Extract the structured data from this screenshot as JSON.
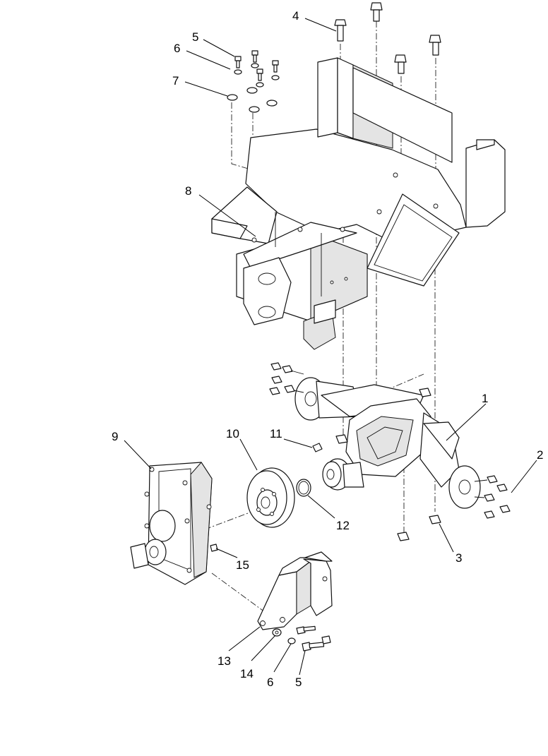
{
  "diagram": {
    "callouts": {
      "c1": "1",
      "c2": "2",
      "c3": "3",
      "c4": "4",
      "c5a": "5",
      "c5b": "5",
      "c6a": "6",
      "c6b": "6",
      "c7": "7",
      "c8": "8",
      "c9": "9",
      "c10": "10",
      "c11": "11",
      "c12": "12",
      "c13": "13",
      "c14": "14",
      "c15": "15"
    }
  }
}
